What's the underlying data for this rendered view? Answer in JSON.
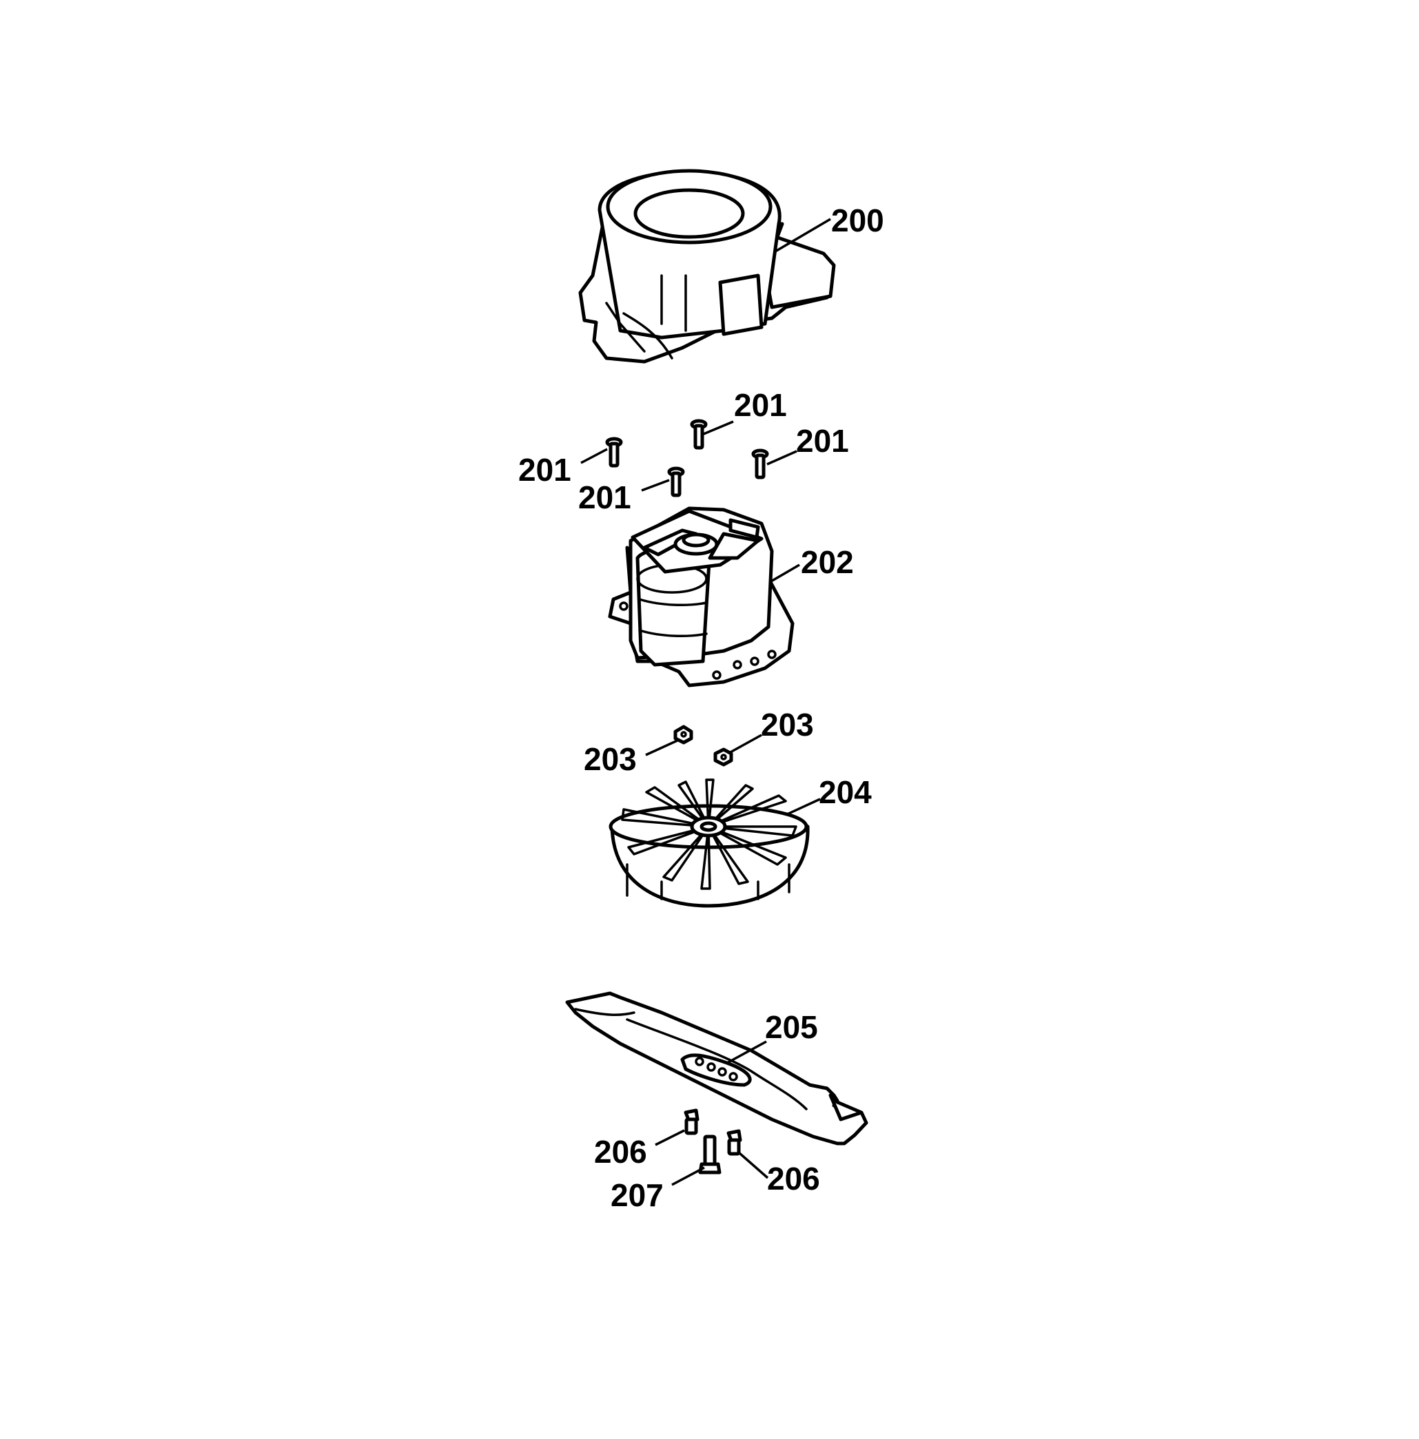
{
  "callouts": [
    {
      "id": "c200",
      "text": "200"
    },
    {
      "id": "c201a",
      "text": "201"
    },
    {
      "id": "c201b",
      "text": "201"
    },
    {
      "id": "c201c",
      "text": "201"
    },
    {
      "id": "c201d",
      "text": "201"
    },
    {
      "id": "c202",
      "text": "202"
    },
    {
      "id": "c203a",
      "text": "203"
    },
    {
      "id": "c203b",
      "text": "203"
    },
    {
      "id": "c204",
      "text": "204"
    },
    {
      "id": "c205",
      "text": "205"
    },
    {
      "id": "c206a",
      "text": "206"
    },
    {
      "id": "c206b",
      "text": "206"
    },
    {
      "id": "c207",
      "text": "207"
    }
  ]
}
